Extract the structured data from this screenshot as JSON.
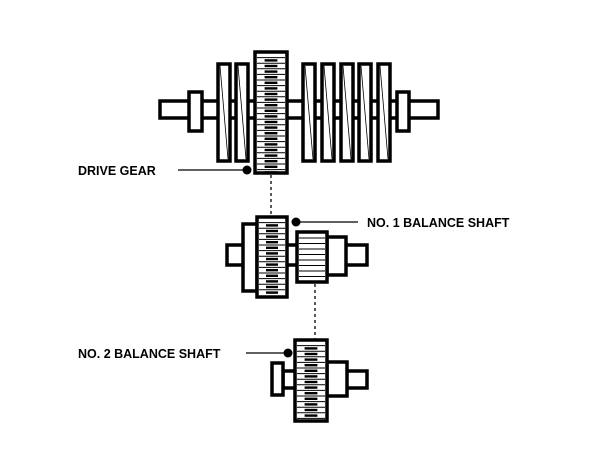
{
  "labels": {
    "drive_gear": "DRIVE GEAR",
    "balance_shaft_1": "NO. 1 BALANCE SHAFT",
    "balance_shaft_2": "NO. 2 BALANCE SHAFT"
  },
  "colors": {
    "ink": "#000000",
    "background": "#ffffff"
  }
}
